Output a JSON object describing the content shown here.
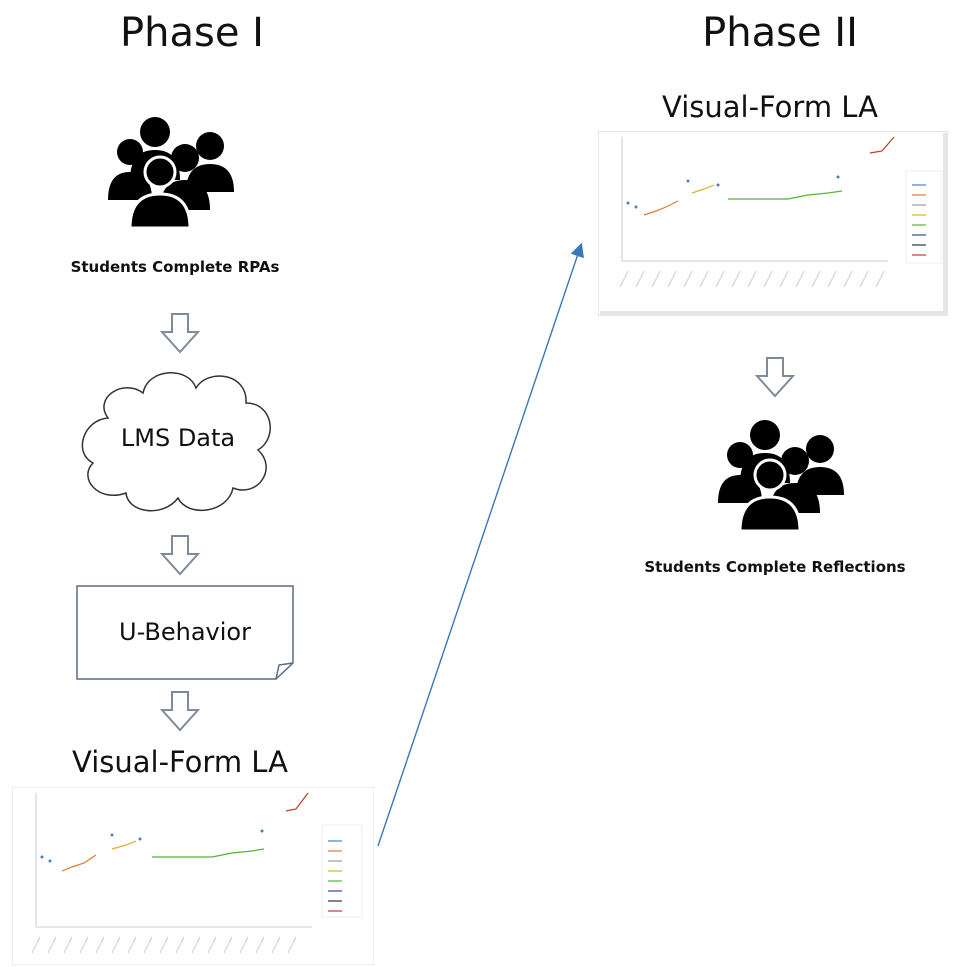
{
  "phase1": {
    "title": "Phase I",
    "students_caption": "Students Complete RPAs",
    "cloud_label": "LMS Data",
    "doc_label": "U-Behavior",
    "output_title": "Visual-Form LA"
  },
  "phase2": {
    "title": "Phase II",
    "input_title": "Visual-Form LA",
    "students_caption": "Students Complete Reflections"
  },
  "icons": {
    "students": "group-of-people-icon",
    "arrow": "hollow-down-arrow-icon",
    "cloud": "cloud-shape",
    "document": "document-shape"
  },
  "colors": {
    "connector_arrow": "#3a78b5",
    "outline": "#7f8a9a"
  }
}
